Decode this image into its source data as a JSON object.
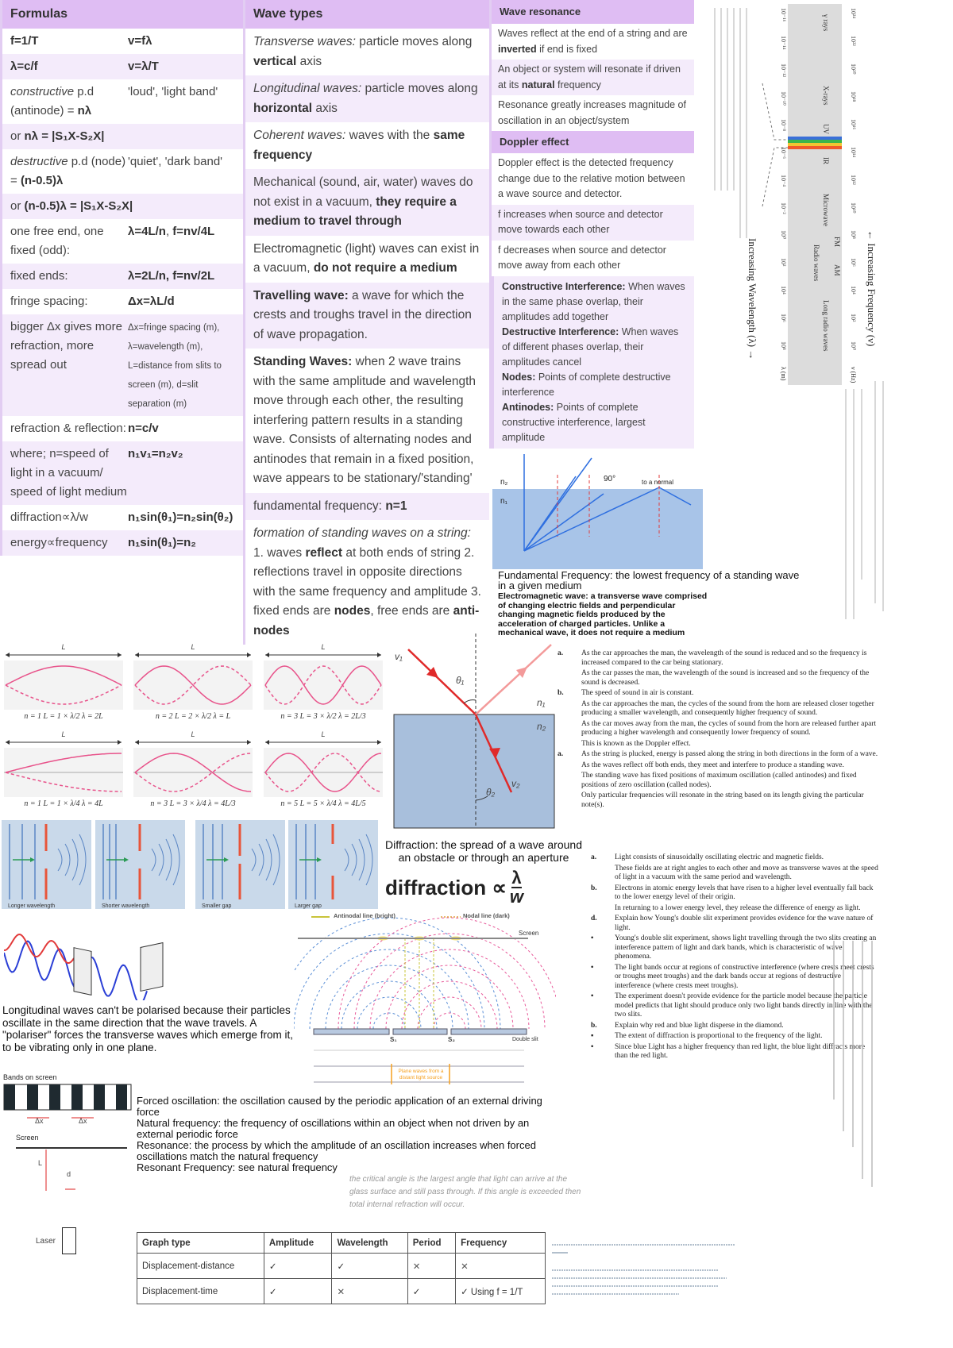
{
  "formulas": {
    "title": "Formulas",
    "rows": [
      {
        "left": [
          {
            "t": "f=1/T",
            "s": "b"
          }
        ],
        "right": [
          {
            "t": "v=fλ",
            "s": "b"
          }
        ]
      },
      {
        "left": [
          {
            "t": "λ=c/f",
            "s": "b"
          }
        ],
        "right": [
          {
            "t": "v=λ/T",
            "s": "b"
          }
        ]
      },
      {
        "left": [
          {
            "t": "constructive",
            "s": "i"
          },
          {
            "t": " p.d (antinode) = "
          },
          {
            "t": "nλ",
            "s": "b"
          }
        ],
        "right": [
          {
            "t": "'loud', 'light band'"
          }
        ]
      },
      {
        "full": [
          {
            "t": "or "
          },
          {
            "t": "nλ = |S₁X-S₂X|",
            "s": "b"
          }
        ]
      },
      {
        "left": [
          {
            "t": "destructive",
            "s": "i"
          },
          {
            "t": " p.d (node) = "
          },
          {
            "t": "(n-0.5)λ",
            "s": "b"
          }
        ],
        "right": [
          {
            "t": "'quiet', 'dark band'"
          }
        ]
      },
      {
        "full": [
          {
            "t": "or "
          },
          {
            "t": "(n-0.5)λ = |S₁X-S₂X|",
            "s": "b"
          }
        ]
      },
      {
        "left": [
          {
            "t": "one free end, one fixed (odd):"
          }
        ],
        "right": [
          {
            "t": "λ=4L/n",
            "s": "b"
          },
          {
            "t": ", "
          },
          {
            "t": "f=nv/4L",
            "s": "b"
          }
        ]
      },
      {
        "left": [
          {
            "t": "fixed ends:"
          }
        ],
        "right": [
          {
            "t": "λ=2L/n, f=nv/2L",
            "s": "b"
          }
        ]
      },
      {
        "left": [
          {
            "t": "fringe spacing:"
          }
        ],
        "right": [
          {
            "t": "Δx=λL/d",
            "s": "b"
          }
        ]
      },
      {
        "left": [
          {
            "t": "bigger Δx gives more refraction, more spread out"
          }
        ],
        "right": [
          {
            "t": "Δx=fringe spacing (m), λ=wavelength (m), L=distance from slits to screen (m), d=slit separation (m)",
            "s": "sm"
          }
        ]
      },
      {
        "left": [
          {
            "t": "refraction & reflection:"
          }
        ],
        "right": [
          {
            "t": "n=c/v",
            "s": "b"
          }
        ]
      },
      {
        "left": [
          {
            "t": "where; n=speed of light in a vacuum/ speed of light medium"
          }
        ],
        "right": [
          {
            "t": "n₁v₁=n₂v₂",
            "s": "b"
          }
        ]
      },
      {
        "left": [
          {
            "t": "diffraction∝λ/w"
          }
        ],
        "right": [
          {
            "t": "n₁sin(θ₁)=n₂sin(θ₂)",
            "s": "b"
          }
        ]
      },
      {
        "left": [
          {
            "t": "energy∝frequency"
          }
        ],
        "right": [
          {
            "t": "n₁sin(θ₁)=n₂",
            "s": "b"
          }
        ]
      }
    ]
  },
  "wave_types": {
    "title": "Wave types",
    "rows": [
      [
        {
          "t": "Transverse waves:",
          "s": "i"
        },
        {
          "t": " particle moves along "
        },
        {
          "t": "vertical",
          "s": "b"
        },
        {
          "t": " axis"
        }
      ],
      [
        {
          "t": "Longitudinal waves:",
          "s": "i"
        },
        {
          "t": " particle moves along "
        },
        {
          "t": "horizontal",
          "s": "b"
        },
        {
          "t": " axis"
        }
      ],
      [
        {
          "t": "Coherent waves:",
          "s": "i"
        },
        {
          "t": " waves with the "
        },
        {
          "t": "same frequency",
          "s": "b"
        }
      ],
      [
        {
          "t": "Mechanical (sound, air, water) waves do not exist in a vacuum, "
        },
        {
          "t": "they require a medium to travel through",
          "s": "b"
        }
      ],
      [
        {
          "t": "Electromagnetic (light) waves can exist in a vacuum, "
        },
        {
          "t": "do not require a medium",
          "s": "b"
        }
      ],
      [
        {
          "t": "Travelling wave:",
          "s": "b"
        },
        {
          "t": " a wave for which the crests and troughs travel in the direction of wave propagation."
        }
      ],
      [
        {
          "t": "Standing Waves:",
          "s": "b"
        },
        {
          "t": " when 2 wave trains with the same amplitude and wavelength move through each other, the resulting interfering pattern results in a standing wave. Consists of alternating nodes and antinodes that remain in a fixed position, wave appears to be stationary/'standing'"
        }
      ],
      [
        {
          "t": "fundamental frequency: "
        },
        {
          "t": "n=1",
          "s": "b"
        }
      ],
      [
        {
          "t": "formation of standing waves on a string:",
          "s": "i"
        },
        {
          "t": " 1. waves "
        },
        {
          "t": "reflect",
          "s": "b"
        },
        {
          "t": " at both ends of string 2. reflections travel in opposite directions with the same frequency and amplitude 3. fixed ends are "
        },
        {
          "t": "nodes",
          "s": "b"
        },
        {
          "t": ", free ends are "
        },
        {
          "t": "anti-nodes",
          "s": "b"
        }
      ]
    ]
  },
  "wave_resonance": {
    "title": "Wave resonance",
    "rows": [
      [
        {
          "t": "Waves reflect at the end of a string and are "
        },
        {
          "t": "inverted",
          "s": "b"
        },
        {
          "t": " if end is fixed"
        }
      ],
      [
        {
          "t": "An object or system will resonate if driven at its "
        },
        {
          "t": "natural",
          "s": "b"
        },
        {
          "t": " frequency"
        }
      ],
      [
        {
          "t": "Resonance greatly increases magnitude of oscillation in an object/system"
        }
      ]
    ]
  },
  "doppler": {
    "title": "Doppler effect",
    "rows": [
      [
        {
          "t": "Doppler effect is the detected frequency change due to the relative motion between a wave source and detector."
        }
      ],
      [
        {
          "t": "f increases when source and detector move towards each other"
        }
      ],
      [
        {
          "t": "f decreases when source and detector move away from each other"
        }
      ]
    ]
  },
  "interference": [
    [
      {
        "t": "Constructive Interference:",
        "s": "b"
      },
      {
        "t": " When waves in the same phase overlap, their amplitudes add together"
      }
    ],
    [
      {
        "t": "Destructive Interference:",
        "s": "b"
      },
      {
        "t": " When waves of different phases overlap, their amplitudes cancel"
      }
    ],
    [
      {
        "t": "Nodes:",
        "s": "b"
      },
      {
        "t": " Points of complete destructive interference"
      }
    ],
    [
      {
        "t": "Antinodes:",
        "s": "b"
      },
      {
        "t": " Points of complete constructive interference, largest amplitude"
      }
    ]
  ],
  "refraction_small": {
    "n2": "n₂",
    "n1": "n₁",
    "angle": "90°",
    "normal": "to a normal"
  },
  "definitions": {
    "fundamental": "Fundamental Frequency: the lowest frequency of a standing wave in a given medium",
    "em_wave": "Electromagnetic wave: a transverse wave comprised of changing electric fields and perpendicular changing magnetic fields produced by the acceleration of charged particles. Unlike a mechanical wave, it does not require a medium",
    "diffraction": "Diffraction: the spread of a wave around an obstacle or through an aperture",
    "diffraction_formula": "diffraction ∝",
    "diffraction_num": "λ",
    "diffraction_den": "w",
    "polarise": "Longitudinal waves can't be polarised because their particles oscillate in the same direction that the wave travels. A \"polariser\" forces the transverse waves which emerge from it, to be vibrating only in one plane.",
    "forced": "Forced oscillation: the oscillation caused by the periodic application of an external driving force",
    "natural": "Natural frequency: the frequency of oscillations within an object when not driven by an external periodic force",
    "resonance": "Resonance: the process by which the amplitude of an oscillation increases when forced oscillations match the natural frequency",
    "resonant": "Resonant Frequency: see natural frequency",
    "critical": "the critical angle is the largest angle that light can arrive at the glass surface and still pass through. If this angle is exceeded then total internal refraction will occur."
  },
  "spectrum": {
    "bands": [
      "γ rays",
      "X-rays",
      "UV",
      "IR",
      "Microwave",
      "FM",
      "Radio waves",
      "AM",
      "Long radio waves"
    ],
    "wavelength_ticks": [
      "10⁻¹⁶",
      "10⁻¹⁴",
      "10⁻¹²",
      "10⁻¹⁰",
      "10⁻⁸",
      "10⁻⁶",
      "10⁻⁴",
      "10⁻²",
      "10⁰",
      "10²",
      "10⁴",
      "10⁶",
      "10⁸"
    ],
    "frequency_ticks": [
      "10²⁴",
      "10²²",
      "10²⁰",
      "10¹⁸",
      "10¹⁶",
      "10¹⁴",
      "10¹²",
      "10¹⁰",
      "10⁸",
      "10⁶",
      "10⁴",
      "10²",
      "10⁰"
    ],
    "wavelength_label": "Increasing Wavelength (λ) →",
    "frequency_label": "← Increasing Frequency (ν)",
    "wavelength_unit": "λ (m)",
    "frequency_unit": "ν (Hz)"
  },
  "standing_waves": {
    "length_label": "L",
    "panels": [
      {
        "ends": "fixed",
        "n": 1,
        "caption": "n = 1   L = 1 × λ/2   λ = 2L"
      },
      {
        "ends": "fixed",
        "n": 2,
        "caption": "n = 2   L = 2 × λ/2   λ = L"
      },
      {
        "ends": "fixed",
        "n": 3,
        "caption": "n = 3   L = 3 × λ/2   λ = 2L/3"
      },
      {
        "ends": "free",
        "n": 1,
        "caption": "n = 1   L = 1 × λ/4   λ = 4L"
      },
      {
        "ends": "free",
        "n": 3,
        "caption": "n = 3   L = 3 × λ/4   λ = 4L/3"
      },
      {
        "ends": "free",
        "n": 5,
        "caption": "n = 5   L = 5 × λ/4   λ = 4L/5"
      }
    ]
  },
  "gap_panels": [
    "Longer wavelength",
    "Shorter wavelength",
    "Smaller gap",
    "Larger gap"
  ],
  "refraction_diagram": {
    "v1": "v₁",
    "v2": "v₂",
    "theta1": "θ₁",
    "theta2": "θ₂",
    "n1": "n₁",
    "n2": "n₂"
  },
  "double_slit": {
    "legend_antinodal": "Antinodal line (bright)",
    "legend_nodal": "Nodal line (dark)",
    "screen": "Screen",
    "s1": "S₁",
    "s2": "S₂",
    "double_slit": "Double slit",
    "source": "Plane waves from a distant light source"
  },
  "bands_screen": {
    "title": "Bands on screen",
    "dx1": "Δx",
    "dx2": "Δx",
    "screen": "Screen",
    "L": "L",
    "d": "d",
    "laser": "Laser"
  },
  "doppler_answers": [
    {
      "m": "a.",
      "t": "As the car approaches the man, the wavelength of the sound is reduced and so the frequency is increased compared to the car being stationary."
    },
    {
      "m": "",
      "t": "As the car passes the man, the wavelength of the sound is increased and so the frequency of the sound is decreased."
    },
    {
      "m": "b.",
      "t": "The speed of sound in air is constant."
    },
    {
      "m": "",
      "t": "As the car approaches the man, the cycles of the sound from the horn are released closer together producing a smaller wavelength, and consequently higher frequency of sound."
    },
    {
      "m": "",
      "t": "As the car moves away from the man, the cycles of sound from the horn are released further apart producing a higher wavelength and consequently lower frequency of sound."
    },
    {
      "m": "",
      "t": "This is known as the Doppler effect."
    },
    {
      "m": "a.",
      "t": "As the string is plucked, energy is passed along the string in both directions in the form of a wave."
    },
    {
      "m": "",
      "t": "As the waves reflect off both ends, they meet and interfere to produce a standing wave."
    },
    {
      "m": "",
      "t": "The standing wave has fixed positions of maximum oscillation (called antinodes) and fixed positions of zero oscillation (called nodes)."
    },
    {
      "m": "",
      "t": "Only particular frequencies will resonate in the string based on its length giving the particular note(s)."
    }
  ],
  "light_answers": [
    {
      "m": "a.",
      "t": "Light consists of sinusoidally oscillating electric and magnetic fields."
    },
    {
      "m": "",
      "t": "These fields are at right angles to each other and move as transverse waves at the speed of light in a vacuum with the same period and wavelength."
    },
    {
      "m": "b.",
      "t": "Electrons in atomic energy levels that have risen to a higher level eventually fall back to the lower energy level of their origin."
    },
    {
      "m": "",
      "t": "In returning to a lower energy level, they release the difference of energy as light."
    },
    {
      "m": "d.",
      "t": "Explain how Young's double slit experiment provides evidence for the wave nature of light."
    },
    {
      "m": "•",
      "t": "Young's double slit experiment, shows light travelling through the two slits creating an interference pattern of light and dark bands, which is characteristic of wave phenomena."
    },
    {
      "m": "•",
      "t": "The light bands occur at regions of constructive interference (where crests meet crests or troughs meet troughs) and the dark bands occur at regions of destructive interference (where crests meet troughs)."
    },
    {
      "m": "•",
      "t": "The experiment doesn't provide evidence for the particle model because the particle model predicts that light should produce only two light bands directly in line with the two slits."
    },
    {
      "m": "b.",
      "t": "Explain why red and blue light disperse in the diamond."
    },
    {
      "m": "▪",
      "t": "The extent of diffraction is proportional to the frequency of the light."
    },
    {
      "m": "•",
      "t": "Since blue Light has a higher frequency than red light, the blue light diffracts more than the red light."
    }
  ],
  "graph_table": {
    "headers": [
      "Graph type",
      "Amplitude",
      "Wavelength",
      "Period",
      "Frequency"
    ],
    "rows": [
      [
        "Displacement-distance",
        "✓",
        "✓",
        "✕",
        "✕"
      ],
      [
        "Displacement-time",
        "✓",
        "✕",
        "✓",
        "✓  Using f = 1/T"
      ]
    ]
  },
  "colors": {
    "header": "#dfbdf3",
    "row_alt": "#f4ebfb",
    "wave": "#e8528a",
    "water": "#a8c4e8",
    "ray": "#e23a3a"
  }
}
